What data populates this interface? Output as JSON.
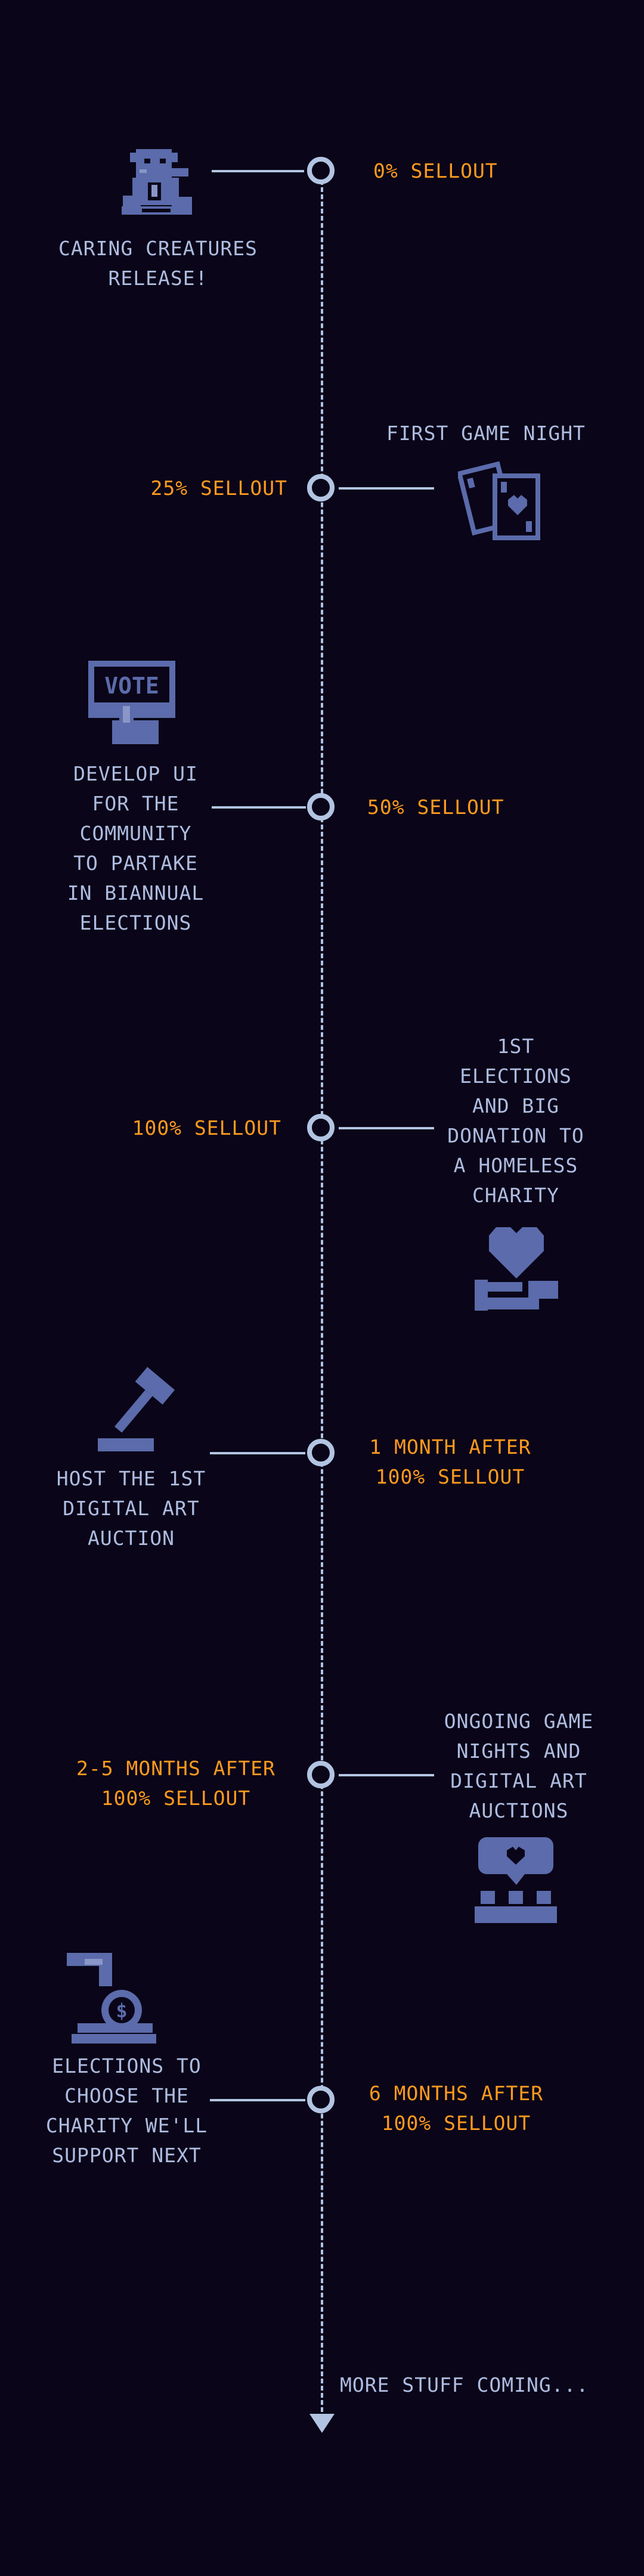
{
  "colors": {
    "background": "#0a0518",
    "line": "#b2c4e2",
    "milestone_label": "#ff9a1e",
    "description": "#aebce0",
    "icon": "#5b6bab"
  },
  "milestones": [
    {
      "label": "0% SELLOUT",
      "description": "CARING CREATURES\nRELEASE!",
      "icon": "creature-icon"
    },
    {
      "label": "25% SELLOUT",
      "description": "FIRST GAME NIGHT",
      "icon": "playing-cards-icon"
    },
    {
      "label": "50% SELLOUT",
      "description": "DEVELOP UI\nFOR THE\nCOMMUNITY\nTO PARTAKE\nIN BIANNUAL\nELECTIONS",
      "icon": "vote-icon",
      "icon_text": "VOTE"
    },
    {
      "label": "100% SELLOUT",
      "description": "1ST\nELECTIONS\nAND BIG\nDONATION TO\nA HOMELESS\nCHARITY",
      "icon": "heart-in-hand-icon"
    },
    {
      "label": "1 MONTH AFTER\n100% SELLOUT",
      "description": "HOST THE 1ST\nDIGITAL ART\nAUCTION",
      "icon": "gavel-icon"
    },
    {
      "label": "2-5 MONTHS AFTER\n100% SELLOUT",
      "description": "ONGOING GAME\nNIGHTS AND\nDIGITAL ART\nAUCTIONS",
      "icon": "community-chat-icon"
    },
    {
      "label": "6 MONTHS AFTER\n100% SELLOUT",
      "description": "ELECTIONS TO\nCHOOSE THE\nCHARITY WE'LL\nSUPPORT NEXT",
      "icon": "donation-coin-icon"
    }
  ],
  "footer": {
    "text": "MORE STUFF COMING..."
  }
}
